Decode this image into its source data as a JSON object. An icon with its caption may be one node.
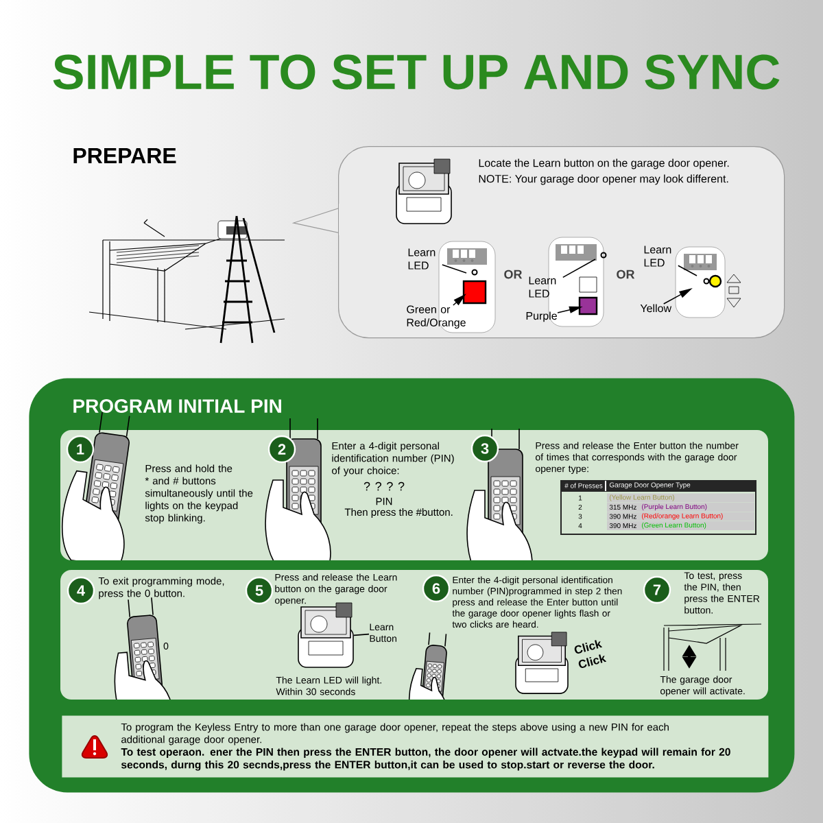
{
  "diagram": {
    "title": "SIMPLE TO SET UP AND SYNC",
    "nodes": [
      {
        "text": [
          "Locate the Learn button on the garage door opener.",
          "NOTE: Your garage door opener may look different."
        ]
      },
      {
        "text": [
          "Learn LED"
        ],
        "in": 0
      },
      {
        "text": [
          "Green or Red/Orange"
        ],
        "in": 0
      },
      {
        "text": [
          "Learn LED"
        ],
        "in": 0
      },
      {
        "text": [
          "Purple"
        ],
        "in": 0
      },
      {
        "text": [
          "Learn LED"
        ],
        "in": 0
      },
      {
        "text": [
          "Yellow"
        ],
        "in": 0
      },
      {
        "text": [
          "PROGRAM INITIAL PIN"
        ]
      },
      {
        "text": [
          "1"
        ],
        "in": 7
      },
      {
        "text": [
          "2"
        ],
        "in": 7,
        "beside": [
          "Enter a 4-digit personal identification number (PIN) of your choice:",
          "? ? ? ?",
          "PIN",
          "Then press the #button."
        ]
      },
      {
        "text": [
          "3"
        ],
        "in": 7,
        "beside": [
          "Press and release the Enter button the number of times that corresponds with the garage door opener type:"
        ]
      },
      {
        "text": [
          "4"
        ],
        "in": 7,
        "beside": [
          "To exit programming mode, press the 0 button."
        ]
      },
      {
        "text": [
          "5"
        ],
        "in": 7,
        "beside": [
          "Press and release the Learn button on the garage door opener."
        ]
      },
      {
        "text": [
          "Learn Button"
        ],
        "in": 7
      },
      {
        "text": [
          "6"
        ],
        "in": 7,
        "beside": [
          "Enter the 4-digit personal identification number (PIN)programmed in step 2 then press and release the Enter button until the garage door opener lights flash or two clicks are heard.",
          "Click",
          "Click"
        ]
      },
      {
        "text": [
          "7"
        ],
        "in": 7,
        "beside": [
          "To test, press the PIN, then press the ENTER button."
        ]
      },
      {
        "text": [
          "To program the Keyless Entry to more than one garage door opener, repeat the steps above using a new PIN for each additional garage door opener.",
          "To test operaon. ener the PIN then press the ENTER button, the door opener will actvate.the keypad will remain for 20 seconds, durng this 20 secnds,press the ENTER button,it can be used to stop.start or reverse the door."
        ],
        "in": 7
      },
      {
        "text": [],
        "shape": "picture",
        "in": 7
      }
    ],
    "edges": [
      {
        "from": 1,
        "to": null,
        "arrow": "none"
      },
      {
        "from": 2,
        "to": null,
        "arrow": "to"
      },
      {
        "from": 3,
        "to": null,
        "arrow": "none"
      },
      {
        "from": 4,
        "to": null,
        "arrow": "to"
      },
      {
        "from": 5,
        "to": null,
        "arrow": "none"
      },
      {
        "from": 6,
        "to": null,
        "arrow": "to"
      },
      {
        "from": 13,
        "to": 17,
        "arrow": "none"
      }
    ],
    "labels": [
      "PREPARE",
      "OR",
      "OR",
      "# of Presses",
      "Garage Door Opener Type",
      "1",
      "(Yellow Learn Button)",
      "2",
      "315 MHz",
      "(Purple Learn Button)",
      "3",
      "390 MHz",
      "(Red/orange Learn Button)",
      "4",
      "390 MHz",
      "(Green Learn Button)",
      "Press and hold the * and # buttons simultaneously until the lights on the keypad stop blinking.",
      "0",
      "The Learn LED will light. Within 30 seconds",
      "The garage door opener will activate."
    ]
  }
}
